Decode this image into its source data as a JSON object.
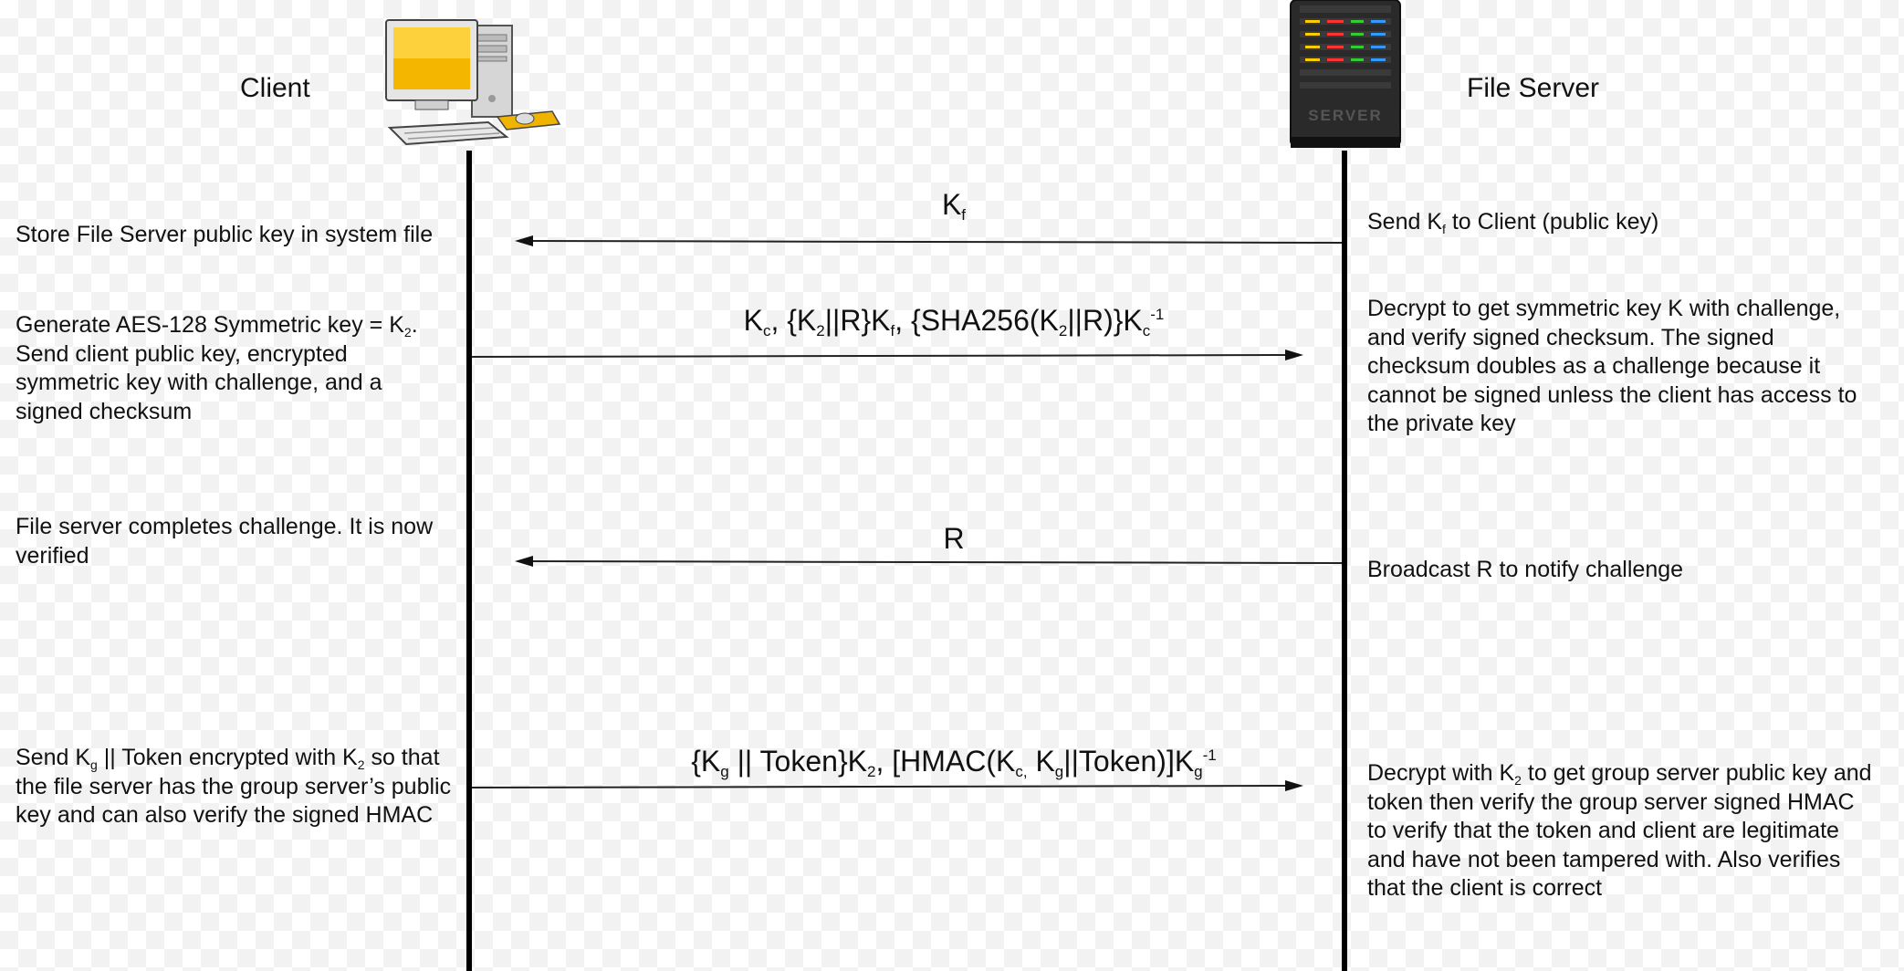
{
  "participants": {
    "client": {
      "label": "Client"
    },
    "server": {
      "label": "File Server"
    }
  },
  "messages": [
    {
      "direction": "server-to-client",
      "label": {
        "part1": "K",
        "sub1": "f"
      }
    },
    {
      "direction": "client-to-server",
      "label": {
        "p1": "K",
        "s1": "c",
        "p2": ", {K",
        "s2": "2",
        "p3": "||R}K",
        "s3": "f",
        "p4": ", {SHA256(K",
        "s4": "2",
        "p5": "||R)}K",
        "s5": "c",
        "sup5": "-1"
      }
    },
    {
      "direction": "server-to-client",
      "label": {
        "text": "R"
      }
    },
    {
      "direction": "client-to-server",
      "label": {
        "p1": "{K",
        "s1": "g",
        "p2": " || Token}K",
        "s2": "2",
        "p3": ", [HMAC(K",
        "s3": "c,",
        "p4": " K",
        "s4": "g",
        "p5": "||Token)]K",
        "s5": "g",
        "sup5": "-1"
      }
    }
  ],
  "client_notes": {
    "n1": {
      "text": "Store File Server public key in system file"
    },
    "n2": {
      "t1": "Generate AES-128 Symmetric key = K",
      "s1": "2",
      "t2": ". Send client public key, encrypted symmetric key with challenge, and a signed checksum"
    },
    "n3": {
      "text": "File server completes challenge. It is now verified"
    },
    "n4": {
      "t1": "Send K",
      "s1": "g",
      "t2": " || Token encrypted with K",
      "s2": "2",
      "t3": " so that the file server has the group server’s public key and can also verify the signed HMAC"
    }
  },
  "server_notes": {
    "n1": {
      "t1": "Send K",
      "s1": "f",
      "t2": " to Client (public key)"
    },
    "n2": {
      "text": "Decrypt to get symmetric key K with challenge, and verify signed checksum. The signed checksum doubles as a challenge because it cannot be signed unless the client has access to the private key"
    },
    "n3": {
      "text": "Broadcast R to notify challenge"
    },
    "n4": {
      "t1": "Decrypt with K",
      "s1": "2",
      "t2": " to get group server public key and token then verify the group server signed HMAC to verify that the token and client are legitimate and have not been tampered with. Also verifies that the client is correct"
    }
  },
  "icons": {
    "client": "desktop-computer-icon",
    "server": "server-tower-icon"
  },
  "server_icon_text": "SERVER"
}
